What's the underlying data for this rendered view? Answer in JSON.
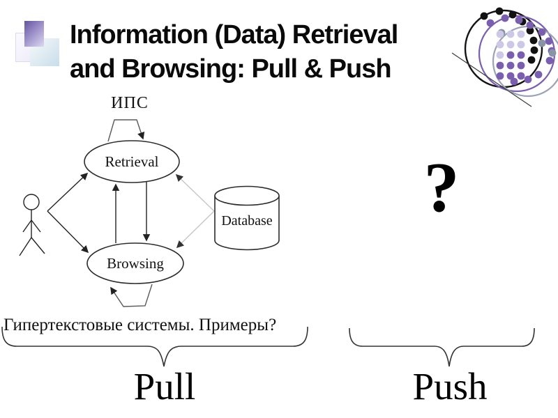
{
  "slide": {
    "title": {
      "line1": "Information (Data) Retrieval",
      "line2": "and Browsing: Pull & Push"
    }
  },
  "diagram": {
    "system_label": "ИПС",
    "nodes": {
      "retrieval": "Retrieval",
      "browsing": "Browsing",
      "database": "Database"
    }
  },
  "annotations": {
    "hypertext_question": "Гипертекстовые системы. Примеры?",
    "unknown_mark": "?",
    "pull": "Pull",
    "push": "Push"
  },
  "colors": {
    "accent_purple": "#7a5fae",
    "accent_gray": "#9aa2b4",
    "dot_light": "#cdc8e6",
    "line_dark": "#222222",
    "line_light": "#c6c6c6"
  }
}
